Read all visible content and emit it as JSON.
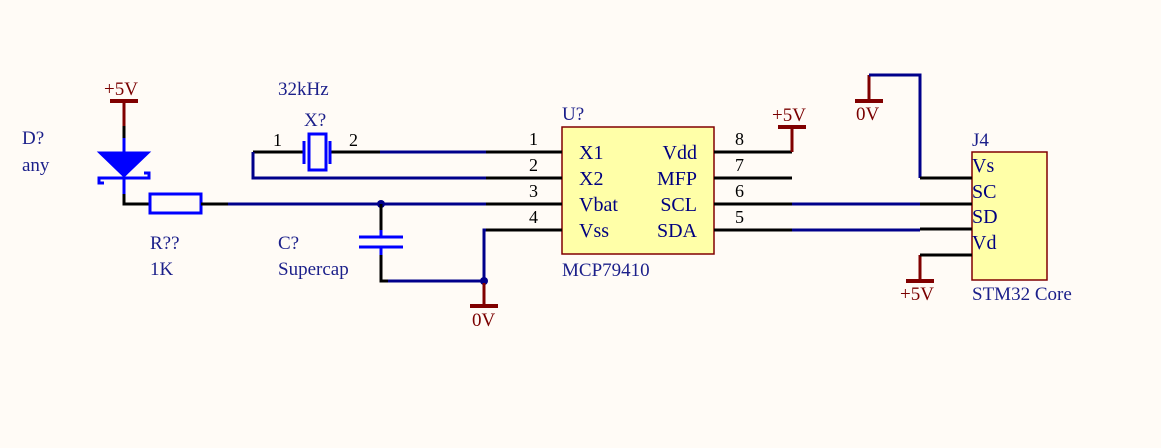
{
  "colors": {
    "background": "#FFFBF6",
    "wire": "#00008B",
    "component": "#0000FF",
    "power": "#800000",
    "ic_fill": "#FFFFA8",
    "ic_border": "#800000",
    "label": "#1B1F8A"
  },
  "diode": {
    "designator": "D?",
    "value": "any"
  },
  "resistor": {
    "designator": "R??",
    "value": "1K"
  },
  "crystal": {
    "designator": "X?",
    "value": "32kHz",
    "pin1": "1",
    "pin2": "2"
  },
  "capacitor": {
    "designator": "C?",
    "value": "Supercap"
  },
  "ic": {
    "designator": "U?",
    "part": "MCP79410",
    "left_pins": [
      {
        "num": "1",
        "name": "X1"
      },
      {
        "num": "2",
        "name": "X2"
      },
      {
        "num": "3",
        "name": "Vbat"
      },
      {
        "num": "4",
        "name": "Vss"
      }
    ],
    "right_pins": [
      {
        "num": "8",
        "name": "Vdd"
      },
      {
        "num": "7",
        "name": "MFP"
      },
      {
        "num": "6",
        "name": "SCL"
      },
      {
        "num": "5",
        "name": "SDA"
      }
    ]
  },
  "connector": {
    "designator": "J4",
    "part": "STM32 Core",
    "pins": [
      "Vs",
      "SC",
      "SD",
      "Vd"
    ]
  },
  "power_ports": {
    "diode_supply": "+5V",
    "ic_vdd": "+5V",
    "ic_ground": "0V",
    "conn_ground": "0V",
    "conn_supply": "+5V"
  }
}
